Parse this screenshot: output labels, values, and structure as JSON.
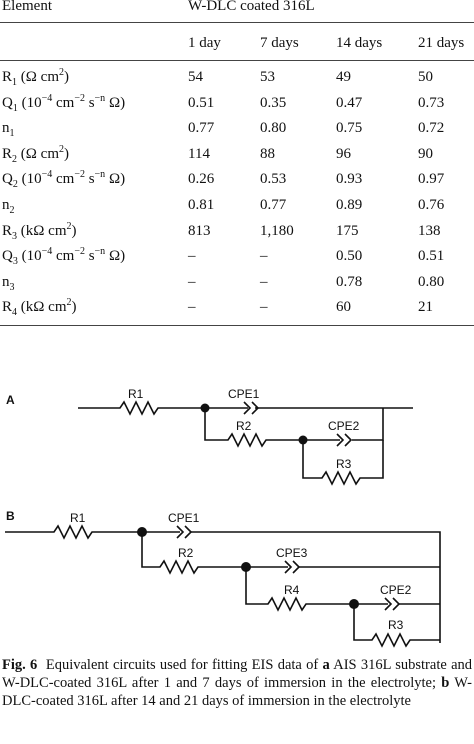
{
  "table": {
    "header_element": "Element",
    "header_group": "W-DLC coated 316L",
    "days": [
      "1 day",
      "7 days",
      "14 days",
      "21 days"
    ],
    "rows": [
      {
        "sym": "R",
        "sub": "1",
        "sup": "",
        "unit_pre": " (Ω cm",
        "unit_sup": "2",
        "unit_post": ")",
        "unit_sub": "",
        "values": [
          "54",
          "53",
          "49",
          "50"
        ]
      },
      {
        "sym": "Q",
        "sub": "1",
        "sup": "",
        "unit_pre": " (10",
        "unit_sup": "−4",
        "unit_post": " cm",
        "unit_sub": "",
        "extra": "Q",
        "values": [
          "0.51",
          "0.35",
          "0.47",
          "0.73"
        ]
      },
      {
        "sym": "n",
        "sub": "1",
        "sup": "",
        "unit_pre": "",
        "unit_sup": "",
        "unit_post": "",
        "values": [
          "0.77",
          "0.80",
          "0.75",
          "0.72"
        ]
      },
      {
        "sym": "R",
        "sub": "2",
        "sup": "",
        "unit_pre": " (Ω cm",
        "unit_sup": "2",
        "unit_post": ")",
        "values": [
          "114",
          "88",
          "96",
          "90"
        ]
      },
      {
        "sym": "Q",
        "sub": "2",
        "sup": "",
        "unit_pre": " (10",
        "unit_sup": "−4",
        "unit_post": " cm",
        "extra": "Q",
        "values": [
          "0.26",
          "0.53",
          "0.93",
          "0.97"
        ]
      },
      {
        "sym": "n",
        "sub": "2",
        "sup": "",
        "unit_pre": "",
        "unit_sup": "",
        "unit_post": "",
        "values": [
          "0.81",
          "0.77",
          "0.89",
          "0.76"
        ]
      },
      {
        "sym": "R",
        "sub": "3",
        "sup": "",
        "unit_pre": " (kΩ cm",
        "unit_sup": "2",
        "unit_post": ")",
        "values": [
          "813",
          "1,180",
          "175",
          "138"
        ]
      },
      {
        "sym": "Q",
        "sub": "3",
        "sup": "",
        "unit_pre": " (10",
        "unit_sup": "−4",
        "unit_post": " cm",
        "extra": "Q",
        "values": [
          "–",
          "–",
          "0.50",
          "0.51"
        ]
      },
      {
        "sym": "n",
        "sub": "3",
        "sup": "",
        "unit_pre": "",
        "unit_sup": "",
        "unit_post": "",
        "values": [
          "–",
          "–",
          "0.78",
          "0.80"
        ]
      },
      {
        "sym": "R",
        "sub": "4",
        "sup": "",
        "unit_pre": " (kΩ cm",
        "unit_sup": "2",
        "unit_post": ")",
        "values": [
          "–",
          "–",
          "60",
          "21"
        ]
      }
    ],
    "q_unit_tail": {
      "cm_sup": "−2",
      "s": " s",
      "s_sup": "−n",
      "omega": " Ω)"
    }
  },
  "circuit_a": {
    "panel": "A",
    "labels": {
      "r1": "R1",
      "cpe1": "CPE1",
      "r2": "R2",
      "cpe2": "CPE2",
      "r3": "R3"
    }
  },
  "circuit_b": {
    "panel": "B",
    "labels": {
      "r1": "R1",
      "cpe1": "CPE1",
      "r2": "R2",
      "cpe3": "CPE3",
      "r4": "R4",
      "cpe2": "CPE2",
      "r3": "R3"
    }
  },
  "caption": {
    "lead": "Fig. 6",
    "text1": "Equivalent circuits used for fitting EIS data of ",
    "a": "a",
    "text2": " AIS 316L substrate and W-DLC-coated 316L after 1 and 7 days of immersion in the electrolyte; ",
    "b": "b",
    "text3": " W-DLC-coated 316L after 14 and 21 days of immersion in the electrolyte"
  }
}
